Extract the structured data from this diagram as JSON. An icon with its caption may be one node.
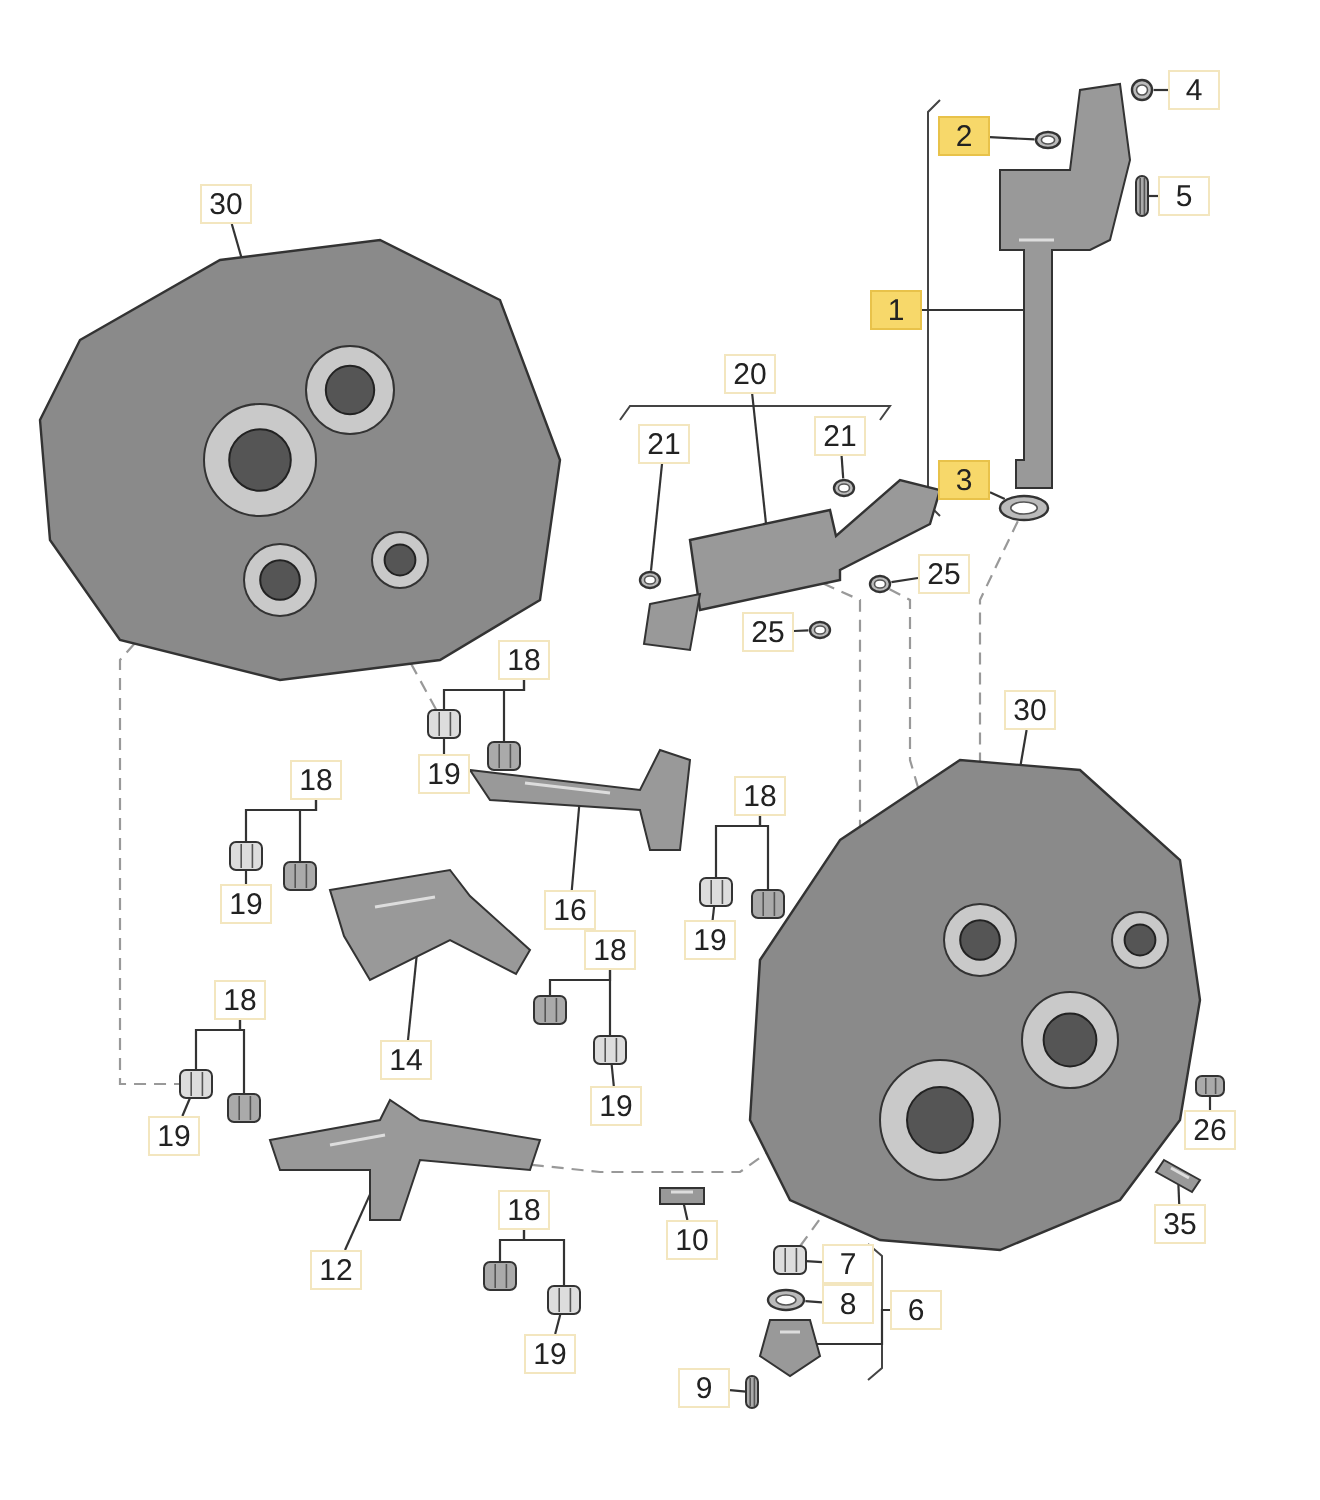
{
  "diagram": {
    "nodes": [
      {
        "text": [
          "30"
        ]
      },
      {
        "text": [
          "2"
        ]
      },
      {
        "text": [
          "4"
        ]
      },
      {
        "text": [
          "5"
        ]
      },
      {
        "text": [
          "1"
        ]
      },
      {
        "text": [
          "3"
        ]
      },
      {
        "text": [
          "20"
        ]
      },
      {
        "text": [
          "21"
        ]
      },
      {
        "text": [
          "21"
        ]
      },
      {
        "text": [
          "25"
        ]
      },
      {
        "text": [
          "25"
        ]
      },
      {
        "text": [
          "30"
        ]
      },
      {
        "text": [
          "18"
        ]
      },
      {
        "text": [
          "19"
        ]
      },
      {
        "text": [
          "18"
        ]
      },
      {
        "text": [
          "18"
        ]
      },
      {
        "text": [
          "19"
        ]
      },
      {
        "text": [
          "16"
        ]
      },
      {
        "text": [
          "19"
        ]
      },
      {
        "text": [
          "18"
        ]
      },
      {
        "text": [
          "14"
        ]
      },
      {
        "text": [
          "19"
        ]
      },
      {
        "text": [
          "18"
        ]
      },
      {
        "text": [
          "19"
        ]
      },
      {
        "text": [
          "26"
        ]
      },
      {
        "text": [
          "18"
        ]
      },
      {
        "text": [
          "12"
        ]
      },
      {
        "text": [
          "10"
        ]
      },
      {
        "text": [
          "35"
        ]
      },
      {
        "text": [
          "7"
        ]
      },
      {
        "text": [
          "8"
        ]
      },
      {
        "text": [
          "6"
        ]
      },
      {
        "text": [
          "19"
        ]
      },
      {
        "text": [
          "9"
        ]
      },
      {
        "text": [],
        "shape": "picture"
      },
      {
        "text": [],
        "shape": "picture"
      },
      {
        "text": [],
        "shape": "picture"
      },
      {
        "text": [],
        "shape": "picture"
      },
      {
        "text": [],
        "shape": "picture"
      },
      {
        "text": [],
        "shape": "picture"
      },
      {
        "text": [],
        "shape": "picture"
      },
      {
        "text": [],
        "shape": "picture"
      },
      {
        "text": [],
        "shape": "picture"
      },
      {
        "text": [],
        "shape": "picture"
      },
      {
        "text": [],
        "shape": "picture"
      },
      {
        "text": [],
        "shape": "picture"
      },
      {
        "text": [],
        "shape": "picture"
      },
      {
        "text": [],
        "shape": "picture"
      },
      {
        "text": [],
        "shape": "picture"
      },
      {
        "text": [],
        "shape": "picture"
      },
      {
        "text": [],
        "shape": "picture"
      },
      {
        "text": [],
        "shape": "picture"
      },
      {
        "text": [],
        "shape": "picture"
      },
      {
        "text": [],
        "shape": "picture"
      },
      {
        "text": [],
        "shape": "picture"
      },
      {
        "text": [],
        "shape": "picture"
      },
      {
        "text": [],
        "shape": "picture"
      },
      {
        "text": [],
        "shape": "picture"
      },
      {
        "text": [],
        "shape": "picture"
      },
      {
        "text": [],
        "shape": "picture"
      },
      {
        "text": [],
        "shape": "picture"
      },
      {
        "text": [],
        "shape": "picture"
      },
      {
        "text": [],
        "shape": "picture"
      },
      {
        "text": [],
        "shape": "picture"
      },
      {
        "text": [],
        "shape": "picture"
      },
      {
        "text": [],
        "shape": "picture"
      },
      {
        "text": [],
        "shape": "picture"
      },
      {
        "text": [],
        "shape": "picture"
      }
    ],
    "edges": [
      {
        "from": 0,
        "to": 34,
        "arrow": "none"
      },
      {
        "from": 1,
        "to": 36,
        "arrow": "none"
      },
      {
        "from": 2,
        "to": 37,
        "arrow": "none"
      },
      {
        "from": 3,
        "to": 38,
        "arrow": "none"
      },
      {
        "from": 4,
        "to": 35,
        "arrow": "none"
      },
      {
        "from": 5,
        "to": 39,
        "arrow": "none"
      },
      {
        "from": 6,
        "to": 40,
        "arrow": "none"
      },
      {
        "from": 7,
        "to": 41,
        "arrow": "none"
      },
      {
        "from": 8,
        "to": 42,
        "arrow": "none"
      },
      {
        "from": 9,
        "to": 43,
        "arrow": "none"
      },
      {
        "from": 10,
        "to": 44,
        "arrow": "none"
      },
      {
        "from": 11,
        "to": 45,
        "arrow": "none"
      },
      {
        "from": 12,
        "to": 46,
        "arrow": "none"
      },
      {
        "from": 12,
        "to": 47,
        "arrow": "none"
      },
      {
        "from": 13,
        "to": 46,
        "arrow": "none"
      },
      {
        "from": 14,
        "to": 49,
        "arrow": "none"
      },
      {
        "from": 14,
        "to": 50,
        "arrow": "none"
      },
      {
        "from": 15,
        "to": 51,
        "arrow": "none"
      },
      {
        "from": 15,
        "to": 52,
        "arrow": "none"
      },
      {
        "from": 16,
        "to": 49,
        "arrow": "none"
      },
      {
        "from": 17,
        "to": 48,
        "arrow": "none"
      },
      {
        "from": 18,
        "to": 51,
        "arrow": "none"
      },
      {
        "from": 19,
        "to": 54,
        "arrow": "none"
      },
      {
        "from": 19,
        "to": 55,
        "arrow": "none"
      },
      {
        "from": 20,
        "to": 53,
        "arrow": "none"
      },
      {
        "from": 21,
        "to": 55,
        "arrow": "none"
      },
      {
        "from": 22,
        "to": 56,
        "arrow": "none"
      },
      {
        "from": 22,
        "to": 57,
        "arrow": "none"
      },
      {
        "from": 23,
        "to": 56,
        "arrow": "none"
      },
      {
        "from": 24,
        "to": 61,
        "arrow": "none"
      },
      {
        "from": 25,
        "to": 59,
        "arrow": "none"
      },
      {
        "from": 25,
        "to": 60,
        "arrow": "none"
      },
      {
        "from": 26,
        "to": 58,
        "arrow": "none"
      },
      {
        "from": 27,
        "to": 63,
        "arrow": "none"
      },
      {
        "from": 28,
        "to": 62,
        "arrow": "none"
      },
      {
        "from": 29,
        "to": 64,
        "arrow": "none"
      },
      {
        "from": 30,
        "to": 65,
        "arrow": "none"
      },
      {
        "from": 31,
        "to": 66,
        "arrow": "none"
      },
      {
        "from": 32,
        "to": 60,
        "arrow": "none"
      },
      {
        "from": 33,
        "to": 67,
        "arrow": "none"
      },
      {
        "from": 34,
        "to": 46,
        "arrow": "none",
        "style": "dashed",
        "color": "#999999"
      },
      {
        "from": 34,
        "to": 56,
        "arrow": "none",
        "style": "dashed",
        "color": "#999999"
      },
      {
        "from": 40,
        "to": 45,
        "arrow": "none",
        "style": "dashed",
        "color": "#999999"
      },
      {
        "from": 39,
        "to": 45,
        "arrow": "none",
        "style": "dashed",
        "color": "#999999"
      },
      {
        "from": 43,
        "to": 45,
        "arrow": "none",
        "style": "dashed",
        "color": "#999999"
      },
      {
        "from": 58,
        "to": 45,
        "arrow": "none",
        "style": "dashed",
        "color": "#999999"
      },
      {
        "from": 64,
        "to": 45,
        "arrow": "none",
        "style": "dashed",
        "color": "#999999"
      }
    ]
  }
}
